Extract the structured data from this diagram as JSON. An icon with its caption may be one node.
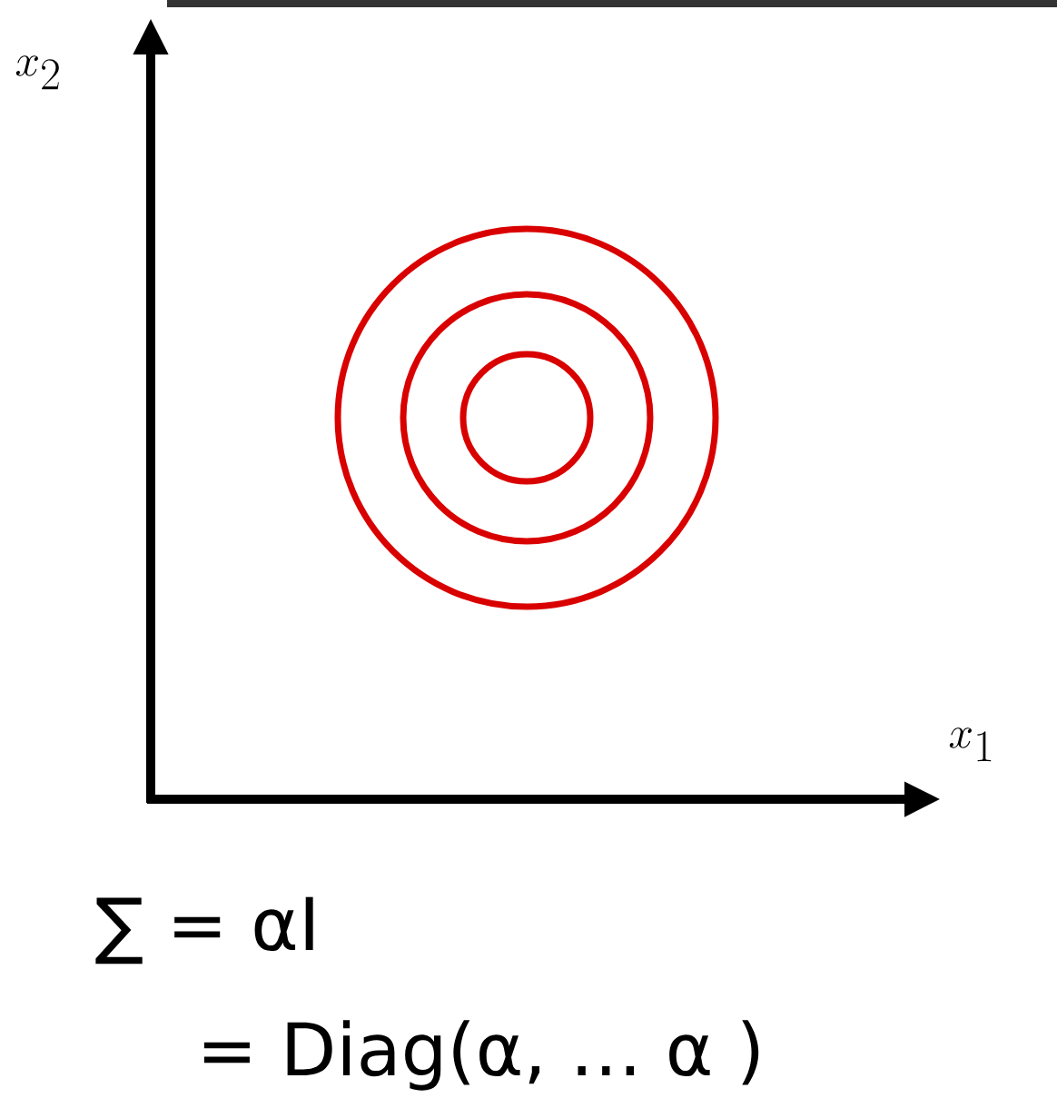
{
  "diagram": {
    "labels": [
      "x_2",
      "x_1",
      "∑ = αI",
      "= Diag(α, … α )"
    ]
  }
}
